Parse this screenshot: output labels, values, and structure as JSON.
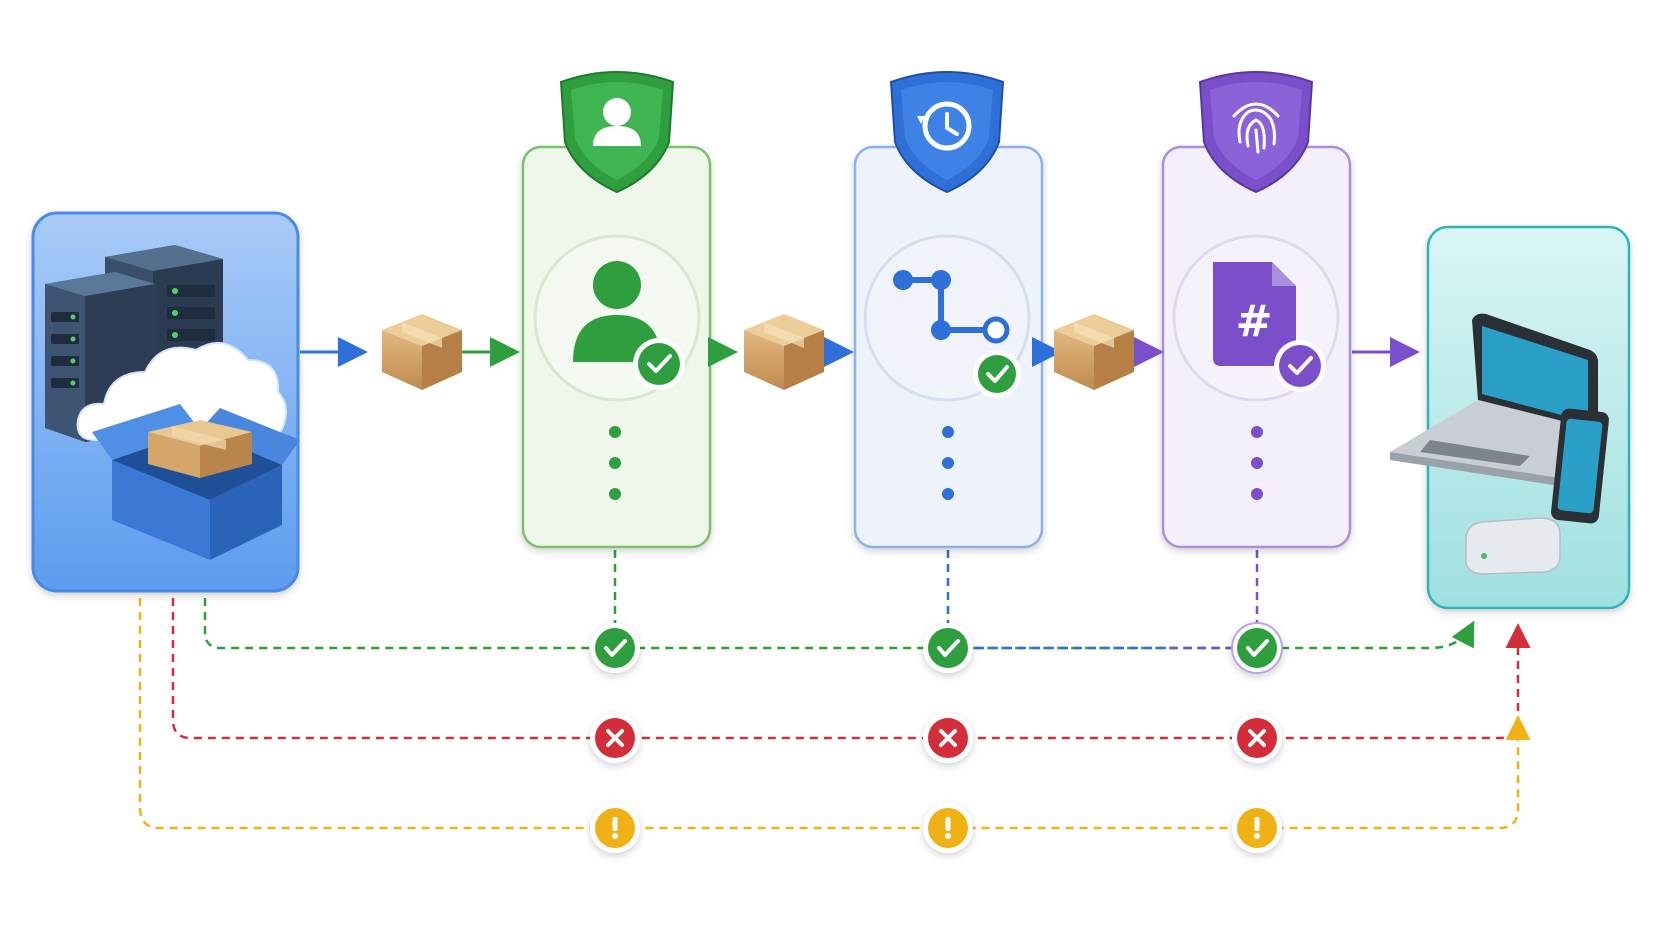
{
  "diagram": {
    "source": {
      "icons": [
        "server-rack-icon",
        "cloud-icon",
        "open-box-icon",
        "package-icon"
      ],
      "accent": "#2f6fd8"
    },
    "stages": [
      {
        "id": "identity",
        "color": "#2e9e3e",
        "light": "#eef7ea",
        "shield_icon": "user-icon",
        "inner_icon": "user-check-icon",
        "status": "check"
      },
      {
        "id": "history",
        "color": "#2f6fd8",
        "light": "#eef3fb",
        "shield_icon": "history-icon",
        "inner_icon": "branch-graph-icon",
        "status": "check"
      },
      {
        "id": "integrity",
        "color": "#7a4fc9",
        "light": "#f3effb",
        "shield_icon": "fingerprint-icon",
        "inner_icon": "hash-document-icon",
        "status": "check"
      }
    ],
    "destination": {
      "icons": [
        "laptop-icon",
        "phone-icon",
        "router-icon"
      ],
      "accent": "#31b3b8"
    },
    "packages": [
      "package-icon",
      "package-icon",
      "package-icon"
    ],
    "outcome_lanes": [
      {
        "id": "pass",
        "color": "#2e9e3e",
        "symbol": "✓"
      },
      {
        "id": "fail",
        "color": "#d42d3a",
        "symbol": "✕"
      },
      {
        "id": "warn",
        "color": "#f0b114",
        "symbol": "!"
      }
    ]
  }
}
